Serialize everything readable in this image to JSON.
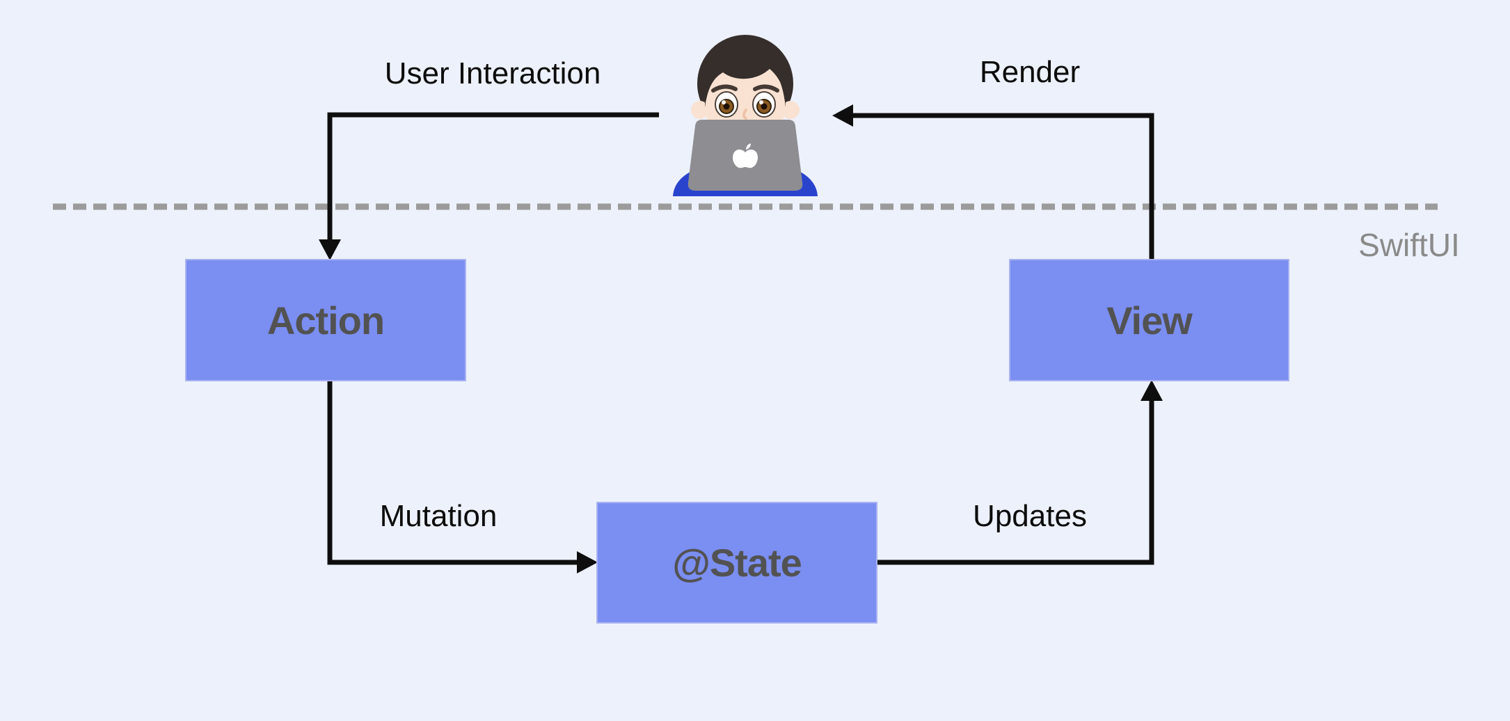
{
  "diagram": {
    "framework_label": "SwiftUI",
    "user_icon": "man-technologist-at-laptop"
  },
  "nodes": {
    "action": {
      "label": "Action"
    },
    "state": {
      "label": "@State"
    },
    "view": {
      "label": "View"
    }
  },
  "edges": {
    "user_interaction": {
      "label": "User Interaction",
      "from": "user",
      "to": "Action"
    },
    "mutation": {
      "label": "Mutation",
      "from": "Action",
      "to": "@State"
    },
    "updates": {
      "label": "Updates",
      "from": "@State",
      "to": "View"
    },
    "render": {
      "label": "Render",
      "from": "View",
      "to": "user"
    }
  },
  "colors": {
    "background": "#edf1fb",
    "node_fill": "#7b8ef1",
    "node_border": "#a9b3f2",
    "node_text": "#525252",
    "edge_line": "#0e0e0e",
    "edge_label": "#0c0c0c",
    "divider": "#9b9b9b",
    "framework_label": "#8a8a8a"
  }
}
